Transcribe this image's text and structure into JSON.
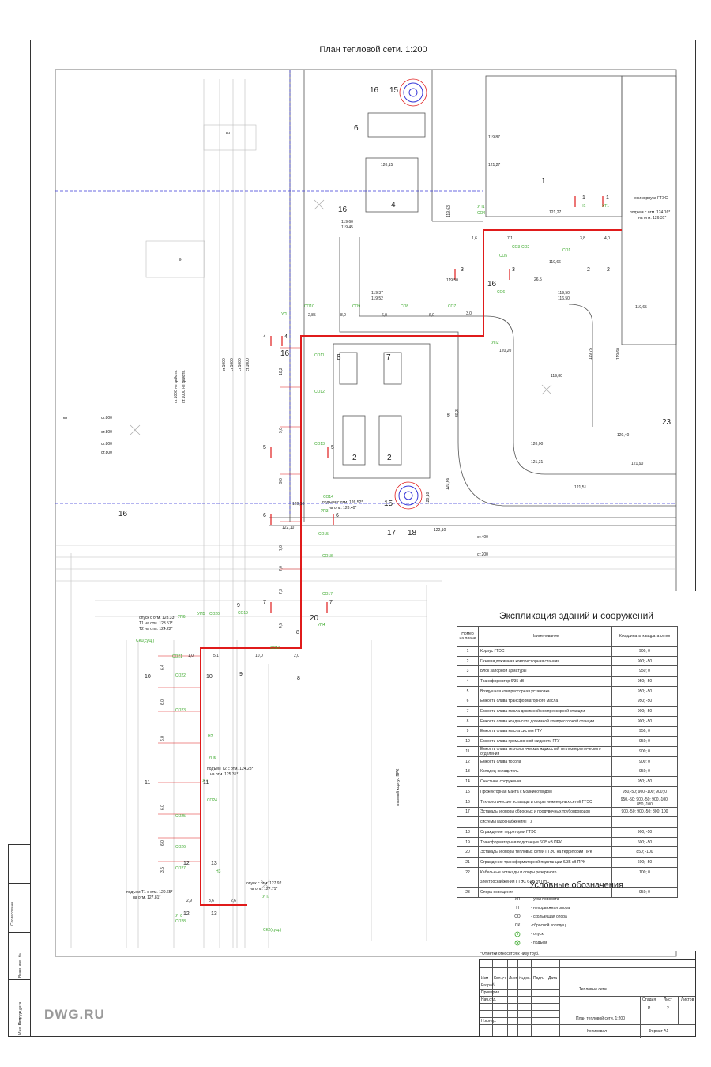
{
  "sheet": {
    "title": "План тепловой сети. 1:200",
    "logo": "DWG.RU"
  },
  "plan": {
    "building_labels": [
      "1",
      "2",
      "2",
      "4",
      "6",
      "7",
      "8",
      "15",
      "15",
      "16",
      "16",
      "16",
      "16",
      "16",
      "17",
      "18",
      "20",
      "23"
    ],
    "text_labels": {
      "kn1": "кн",
      "kn2": "кн",
      "kn3": "кн",
      "main_building_prk": "главный корпус ПРК",
      "gtes_axis": "оси корпуса ГТЭС",
      "rise_1": "подъем с отм. 124.16*",
      "rise_1b": "на отм. 126.31*",
      "rise_2": "подъем с отм. 126.52*",
      "rise_2b": "на отм. 128.40*",
      "descent_1": "опуск с отм. 128.33*",
      "t1_mark": "Т1 на отм. 123.57*",
      "t2_mark": "Т2 на отм. 124.22*",
      "rise_3": "подъем Т2 с отм. 124.28*",
      "rise_3b": "на отм. 125.31*",
      "descent_2": "опуск с отм. 127.92",
      "descent_2b": "на отм. 127.71*",
      "rise_4": "подъем Т1 с отм. 120.65*",
      "rise_4b": "на отм. 127.81*"
    },
    "pipe_stations": [
      "ст.1000",
      "ст.1000",
      "ст.1000",
      "ст.1000",
      "ст.1000 не действ.",
      "ст.1000 не действ.",
      "ст.800",
      "ст.800",
      "ст.800",
      "ст.800",
      "ст.400",
      "ст.200"
    ],
    "elevations": [
      "119,87",
      "121,27",
      "120,15",
      "119,60",
      "119,45",
      "119,63",
      "121,27",
      "119,66",
      "119,37",
      "119,52",
      "119,50",
      "119,50",
      "116,50",
      "119,65",
      "119,75",
      "119,60",
      "119,80",
      "120,20",
      "120,00",
      "121,31",
      "121,51",
      "120,40",
      "121,90",
      "120,10",
      "122,10",
      "122,10",
      "120,66",
      "120,10"
    ],
    "dimensions": [
      "2,85",
      "8,0",
      "6,0",
      "6,0",
      "7,1",
      "3,8",
      "4,0",
      "3,0",
      "10,2",
      "9,0",
      "9,0",
      "7,0",
      "7,0",
      "7,3",
      "4,5",
      "1,0",
      "5,1",
      "10,0",
      "2,0",
      "6,4",
      "6,0",
      "6,0",
      "6,0",
      "6,0",
      "3,5",
      "2,9",
      "3,6",
      "2,6",
      "26,5",
      "35",
      "30,3",
      "1,6"
    ],
    "nodes": [
      "УП1",
      "СО4",
      "СО3",
      "СО2",
      "СО1",
      "Н1",
      "УТ1",
      "СО5",
      "СО6",
      "СО7",
      "СО8",
      "СО9",
      "СО10",
      "УП",
      "СО11",
      "СО12",
      "УП2",
      "СО13",
      "СО14",
      "УП3",
      "СО15",
      "СО16",
      "СО17",
      "СО18",
      "СО19",
      "СО20",
      "УП4",
      "УП5",
      "УП6",
      "СО21",
      "СО22",
      "СО23",
      "СО24",
      "Н2",
      "УП6",
      "УП",
      "СО25",
      "СО26",
      "СО27",
      "Н3",
      "УП7",
      "СО28",
      "УТ8",
      "СК1(сущ.)",
      "СК2(сущ.)"
    ],
    "sections": [
      "1",
      "1",
      "2",
      "2",
      "3",
      "3",
      "4",
      "4",
      "5",
      "5",
      "6",
      "6",
      "7",
      "7",
      "8",
      "8",
      "9",
      "9",
      "10",
      "10",
      "11",
      "11",
      "12",
      "12",
      "13",
      "13"
    ]
  },
  "explication": {
    "title": "Экспликация зданий и сооружений",
    "headers": {
      "num": "Номер на плане",
      "name": "Наименование",
      "coord": "Координаты квадрата сетки"
    },
    "rows": [
      {
        "n": "1",
        "name": "Корпус ГТЭС",
        "coord": "900; 0"
      },
      {
        "n": "2",
        "name": "Газовая дожимная компрессорная станция",
        "coord": "900; -50"
      },
      {
        "n": "3",
        "name": "Блок запорной арматуры",
        "coord": "950; 0"
      },
      {
        "n": "4",
        "name": "Трансформатор 6/35 кВ",
        "coord": "950; -50"
      },
      {
        "n": "5",
        "name": "Воздушная компрессорная установка",
        "coord": "950; -50"
      },
      {
        "n": "6",
        "name": "Емкость слива трансформаторного масла",
        "coord": "950; -50"
      },
      {
        "n": "7",
        "name": "Емкость слива масла дожимной компрессорной станции",
        "coord": "900; -50"
      },
      {
        "n": "8",
        "name": "Емкость слива конденсата дожимной компрессорной станции",
        "coord": "900; -50"
      },
      {
        "n": "9",
        "name": "Емкость слива масла систем ГТУ",
        "coord": "950; 0"
      },
      {
        "n": "10",
        "name": "Емкость слива промывочной жидкости ГТУ",
        "coord": "950; 0"
      },
      {
        "n": "11",
        "name": "Емкость слива технологических жидкостей теплоэнергетического отделения",
        "coord": "900; 0"
      },
      {
        "n": "12",
        "name": "Емкость слива тосола",
        "coord": "900; 0"
      },
      {
        "n": "13",
        "name": "Колодец-охладитель",
        "coord": "950; 0"
      },
      {
        "n": "14",
        "name": "Очистные сооружения",
        "coord": "950; -50"
      },
      {
        "n": "15",
        "name": "Прожекторная мачта с молниеотводом",
        "coord": "950,-50; 900,-100; 900; 0"
      },
      {
        "n": "16",
        "name": "Технологические эстакады и опоры инженерных сетей ГТЭС",
        "coord": "950,-50; 900,-50; 900,-100; 850,-100"
      },
      {
        "n": "17",
        "name": "Эстакады и опоры сбросных и продувочных трубопроводов",
        "coord": "900,-50; 900,-50; 800; 100"
      },
      {
        "n": "",
        "name": "системы газоснабжения ГТУ",
        "coord": ""
      },
      {
        "n": "18",
        "name": "Ограждение территории ГТЭС",
        "coord": "900; -50"
      },
      {
        "n": "19",
        "name": "Трансформаторная подстанция 6/35 кВ ПРК",
        "coord": "600; -50"
      },
      {
        "n": "20",
        "name": "Эстакады и опоры тепловых сетей ГТЭС на территории ПРК",
        "coord": "850; -100"
      },
      {
        "n": "21",
        "name": "Ограждение трансформаторной подстанции 6/35 кВ ПРК",
        "coord": "600; -50"
      },
      {
        "n": "22",
        "name": "Кабельные эстакады и опоры резервного",
        "coord": "100; 0"
      },
      {
        "n": "",
        "name": "электроснабжения ГТЭС 6 кВ от ПНС",
        "coord": ""
      },
      {
        "n": "23",
        "name": "Опора освещения",
        "coord": "950; 0"
      }
    ]
  },
  "legend": {
    "title": "Условные обозначения",
    "items": [
      {
        "code": "УП",
        "label": "- угол поворота"
      },
      {
        "code": "Н",
        "label": "- неподвижная опора"
      },
      {
        "code": "СО",
        "label": "- скользящая опора"
      },
      {
        "code": "СК",
        "label": "-сбросной колодец"
      },
      {
        "code": "",
        "label": "- опуск"
      },
      {
        "code": "",
        "label": "- подъём"
      }
    ],
    "note": "*Отметки относятся к низу труб."
  },
  "stamp": {
    "header": [
      "Изм",
      "Кол.уч",
      "Лист",
      "№док.",
      "Подп.",
      "Дата"
    ],
    "roles": [
      "Разраб",
      "Проверил",
      "Нач.отд.",
      "",
      "",
      "Н.контр."
    ],
    "object": "Тепловые сети.",
    "sheet_name": "План тепловой сети. 1:200",
    "stage_label": "Стадия",
    "sheet_label": "Лист",
    "sheets_label": "Листов",
    "stage": "Р",
    "sheet_no": "2",
    "copied": "Копировал",
    "format": "Формат А1"
  },
  "side_strip": [
    "Согласовано",
    "Взам. инв. №",
    "Подп. и дата",
    "Инв. № подл."
  ],
  "colors": {
    "pipe": "#e01b1b",
    "node_label": "#3aa82a",
    "grid": "#3a3ad8",
    "line": "#444444",
    "light": "#b8b8b8"
  }
}
